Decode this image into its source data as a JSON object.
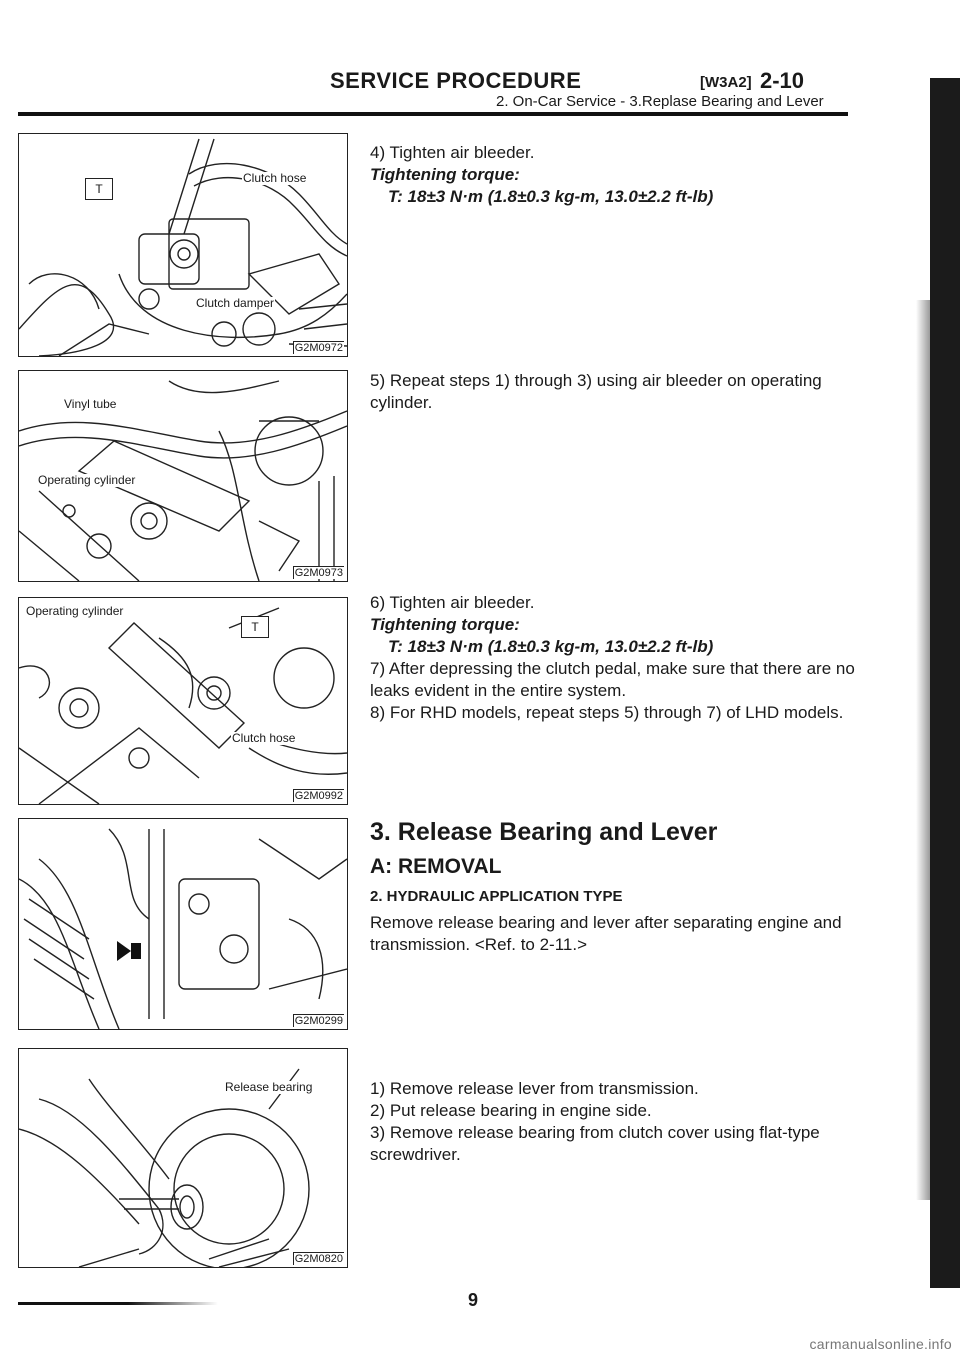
{
  "header": {
    "title": "SERVICE PROCEDURE",
    "code": "[W3A2]",
    "page": "2-10",
    "subtitle": "2. On-Car Service - 3.Replase Bearing and Lever"
  },
  "figures": [
    {
      "code": "G2M0972",
      "labels": {
        "tool": "T",
        "a": "Clutch hose",
        "b": "Clutch damper"
      }
    },
    {
      "code": "G2M0973",
      "labels": {
        "a": "Vinyl tube",
        "b": "Operating cylinder"
      }
    },
    {
      "code": "G2M0992",
      "labels": {
        "tool": "T",
        "a": "Operating cylinder",
        "b": "Clutch hose"
      }
    },
    {
      "code": "G2M0299",
      "labels": {}
    },
    {
      "code": "G2M0820",
      "labels": {
        "a": "Release bearing"
      }
    }
  ],
  "steps": {
    "s4": "4) Tighten air bleeder.",
    "s4_torque_label": "Tightening torque:",
    "s4_torque_value": "T: 18±3 N·m (1.8±0.3 kg-m, 13.0±2.2 ft-lb)",
    "s5": "5) Repeat steps 1) through 3) using air bleeder on operating cylinder.",
    "s6": "6) Tighten air bleeder.",
    "s6_torque_label": "Tightening torque:",
    "s6_torque_value": "T: 18±3 N·m (1.8±0.3 kg-m, 13.0±2.2 ft-lb)",
    "s7": "7) After depressing the clutch pedal, make sure that there are no leaks evident in the entire system.",
    "s8": "8) For RHD models, repeat steps 5) through 7) of LHD models."
  },
  "section": {
    "title": "3. Release Bearing and Lever",
    "sub_a": "A: REMOVAL",
    "sub_2": "2. HYDRAULIC APPLICATION TYPE",
    "intro": "Remove release bearing and lever after separating engine and transmission. <Ref. to 2-11.>",
    "r1": "1) Remove release lever from transmission.",
    "r2": "2) Put release bearing in engine side.",
    "r3": "3) Remove release bearing from clutch cover using flat-type screwdriver."
  },
  "footer": {
    "page_number": "9",
    "watermark": "carmanualsonline.info"
  }
}
